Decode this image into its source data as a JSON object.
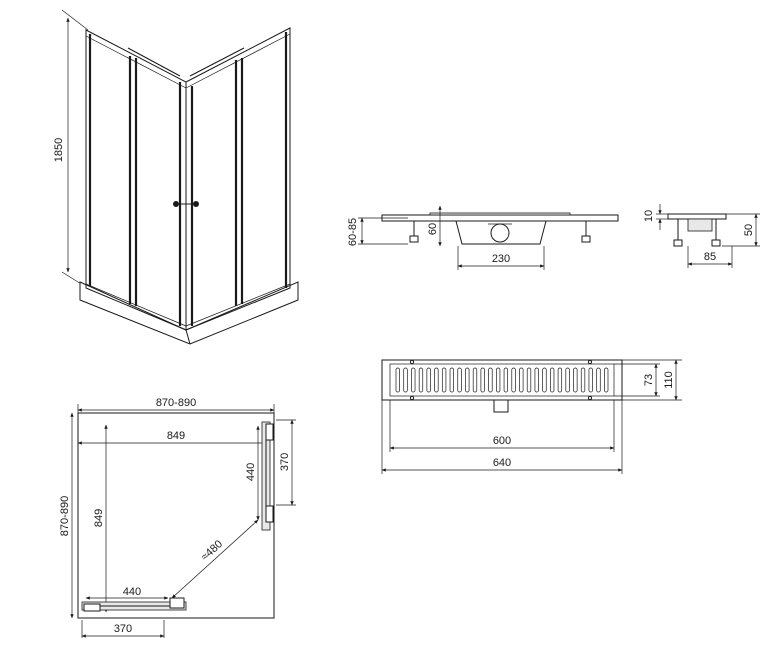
{
  "elevation_view": {
    "height_label": "1850"
  },
  "plan_view": {
    "overall_width_label": "870-890",
    "inner_width_label": "849",
    "overall_depth_label": "870-890",
    "inner_depth_label": "849",
    "side_door_label": "370",
    "side_opening_label": "440",
    "diagonal_label": "≈480",
    "bottom_opening_label": "440",
    "bottom_door_label": "370"
  },
  "drain_section": {
    "adjust_height_label": "60-85",
    "depth_label": "60",
    "body_width_label": "230"
  },
  "drain_end_view": {
    "lip_label": "10",
    "height_label": "50",
    "width_label": "85"
  },
  "drain_top_view": {
    "slot_count": 28,
    "grate_width_label": "73",
    "total_width_label": "110",
    "grate_length_label": "600",
    "total_length_label": "640"
  }
}
